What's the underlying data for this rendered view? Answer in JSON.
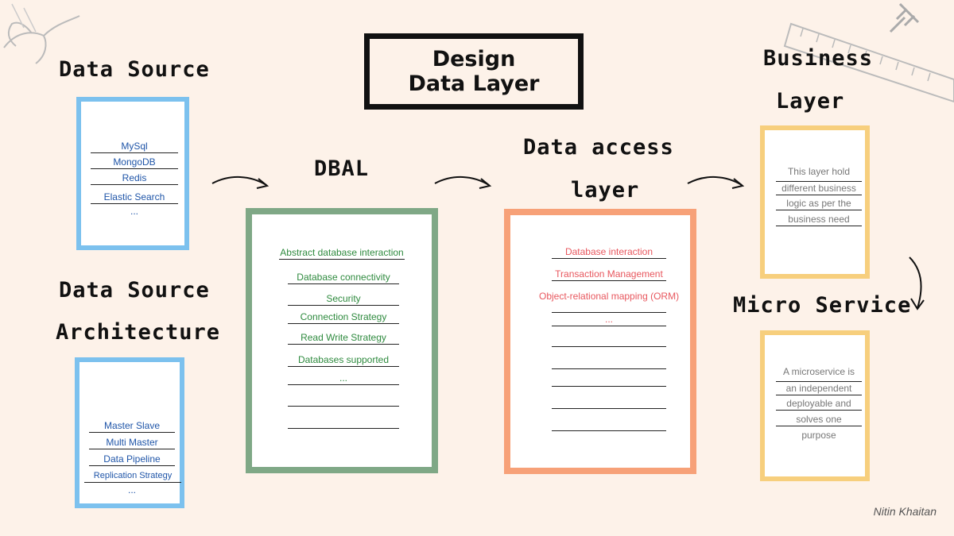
{
  "title": {
    "line1": "Design",
    "line2": "Data Layer"
  },
  "author": "Nitin Khaitan",
  "data_source": {
    "heading": "Data Source",
    "items": [
      "MySql",
      "MongoDB",
      "Redis",
      "Elastic Search",
      "..."
    ]
  },
  "data_source_architecture": {
    "heading_line1": "Data Source",
    "heading_line2": "Architecture",
    "items": [
      "Master Slave",
      "Multi Master",
      "Data Pipeline",
      "Replication Strategy",
      "..."
    ]
  },
  "dbal": {
    "heading": "DBAL",
    "items": [
      "Abstract database interaction",
      "Database connectivity",
      "Security",
      "Connection Strategy",
      "Read Write Strategy",
      "Databases supported",
      "...",
      "",
      ""
    ]
  },
  "data_access_layer": {
    "heading_line1": "Data access",
    "heading_line2": "layer",
    "items": [
      "Database interaction",
      "Transaction Management",
      "Object-relational mapping (ORM)",
      "...",
      "",
      "",
      "",
      "",
      ""
    ]
  },
  "business_layer": {
    "heading_line1": "Business",
    "heading_line2": "Layer",
    "items": [
      "This layer hold",
      "different business",
      "logic as per the",
      "business need"
    ]
  },
  "micro_service": {
    "heading": "Micro Service",
    "items": [
      "A microservice is",
      "an independent",
      "deployable and",
      "solves one",
      "purpose"
    ]
  },
  "colors": {
    "background": "#fdf2e9",
    "blue": "#7cc1ee",
    "green": "#7fa886",
    "orange": "#f7a178",
    "yellow": "#f7cf7d"
  }
}
